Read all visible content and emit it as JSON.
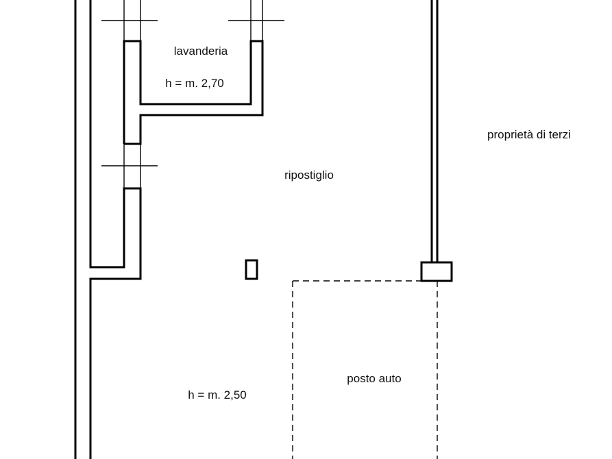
{
  "rooms": {
    "laundry": {
      "name": "lavanderia",
      "height": "h = m. 2,70"
    },
    "storage": {
      "name": "ripostiglio",
      "height": "h = m. 2,50"
    },
    "parking": {
      "name": "posto auto"
    },
    "neighbor": {
      "name": "proprietà di terzi"
    }
  },
  "colors": {
    "line": "#000000",
    "background": "#ffffff"
  }
}
